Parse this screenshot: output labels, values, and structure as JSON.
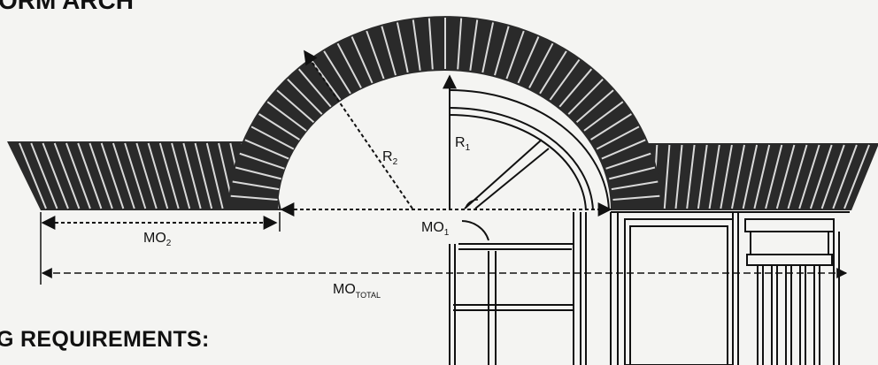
{
  "title": "ORM ARCH",
  "heading": "G REQUIREMENTS:",
  "labels": {
    "r1": {
      "main": "R",
      "sub": "1"
    },
    "r2": {
      "main": "R",
      "sub": "2"
    },
    "mo1": {
      "main": "MO",
      "sub": "1"
    },
    "mo2": {
      "main": "MO",
      "sub": "2"
    },
    "mo_total": {
      "main": "MO",
      "sub": "TOTAL"
    }
  },
  "colors": {
    "brick": "#2a2a2a",
    "mortar": "#d9d9d9",
    "ink": "#111111",
    "paper": "#f4f4f2"
  }
}
